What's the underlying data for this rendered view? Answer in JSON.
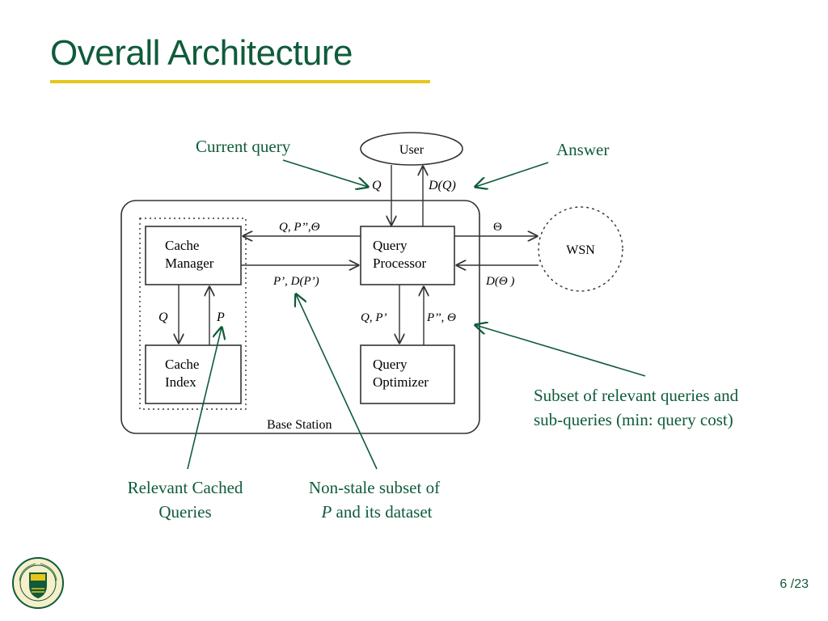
{
  "slide": {
    "title": "Overall Architecture",
    "page_number": "6 /23"
  },
  "diagram": {
    "nodes": {
      "user": "User",
      "wsn": "WSN",
      "cache_manager": [
        "Cache",
        "Manager"
      ],
      "cache_index": [
        "Cache",
        "Index"
      ],
      "query_processor": [
        "Query",
        "Processor"
      ],
      "query_optimizer": [
        "Query",
        "Optimizer"
      ],
      "base_station": "Base Station"
    },
    "edge_labels": {
      "user_to_qp": "Q",
      "qp_to_user": "D(Q)",
      "qp_to_cm": "Q, P’’,Θ",
      "cm_to_qp": "P’, D(P’)",
      "qp_to_wsn": "Θ",
      "wsn_to_qp": "D(Θ )",
      "cm_to_ci": "Q",
      "ci_to_cm": "P",
      "qp_to_qo": "Q, P’",
      "qo_to_qp": "P’’,  Θ"
    },
    "callouts": {
      "current_query": "Current query",
      "answer": "Answer",
      "subset_line1": "Subset of relevant queries and",
      "subset_line2": "sub-queries (min: query cost)",
      "relevant_line1": "Relevant Cached",
      "relevant_line2": "Queries",
      "nonstale_line1": "Non-stale subset of",
      "nonstale_line2_var": "P",
      "nonstale_line2_rest": " and its dataset"
    }
  },
  "colors": {
    "title": "#0f5b3a",
    "underline": "#e7c61a",
    "callout": "#0f5b3a"
  },
  "logo": {
    "icon": "university-crest-icon",
    "ring_text": "UNIVERSITY OF ALBERTA"
  }
}
